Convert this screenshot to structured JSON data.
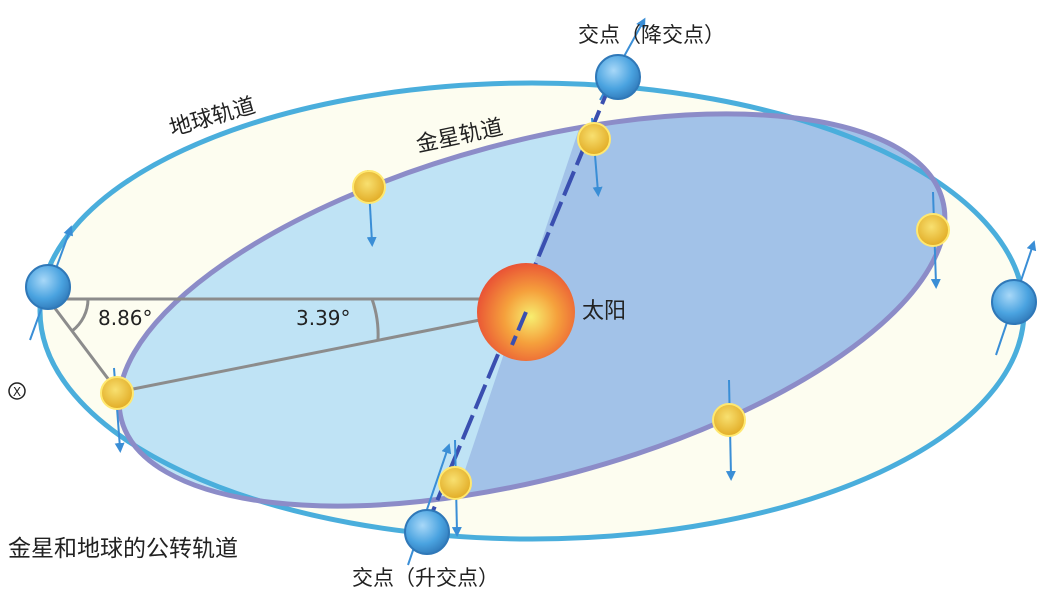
{
  "labels": {
    "earth_orbit": "地球轨道",
    "venus_orbit": "金星轨道",
    "sun": "太阳",
    "descending_node": "交点（降交点）",
    "ascending_node": "交点（升交点）",
    "angle_large": "8.86°",
    "angle_small": "3.39°",
    "caption": "金星和地球的公转轨道",
    "mark": "X"
  },
  "colors": {
    "earth_orbit": "#4aaedc",
    "venus_orbit": "#8c8cc8",
    "venus_plane_light": "#bfe3f5",
    "venus_plane_dark": "#a2c2e8",
    "earth_plane": "#fdfdf0",
    "node_line": "#3a4fb0",
    "venus_body": "#f2c230",
    "earth_body": "#4aa3e0",
    "sun_core": "#f5e050",
    "sun_edge": "#ec5a3a",
    "axis_arrow": "#3a8ed6",
    "angle_line": "#8c8c8c"
  }
}
